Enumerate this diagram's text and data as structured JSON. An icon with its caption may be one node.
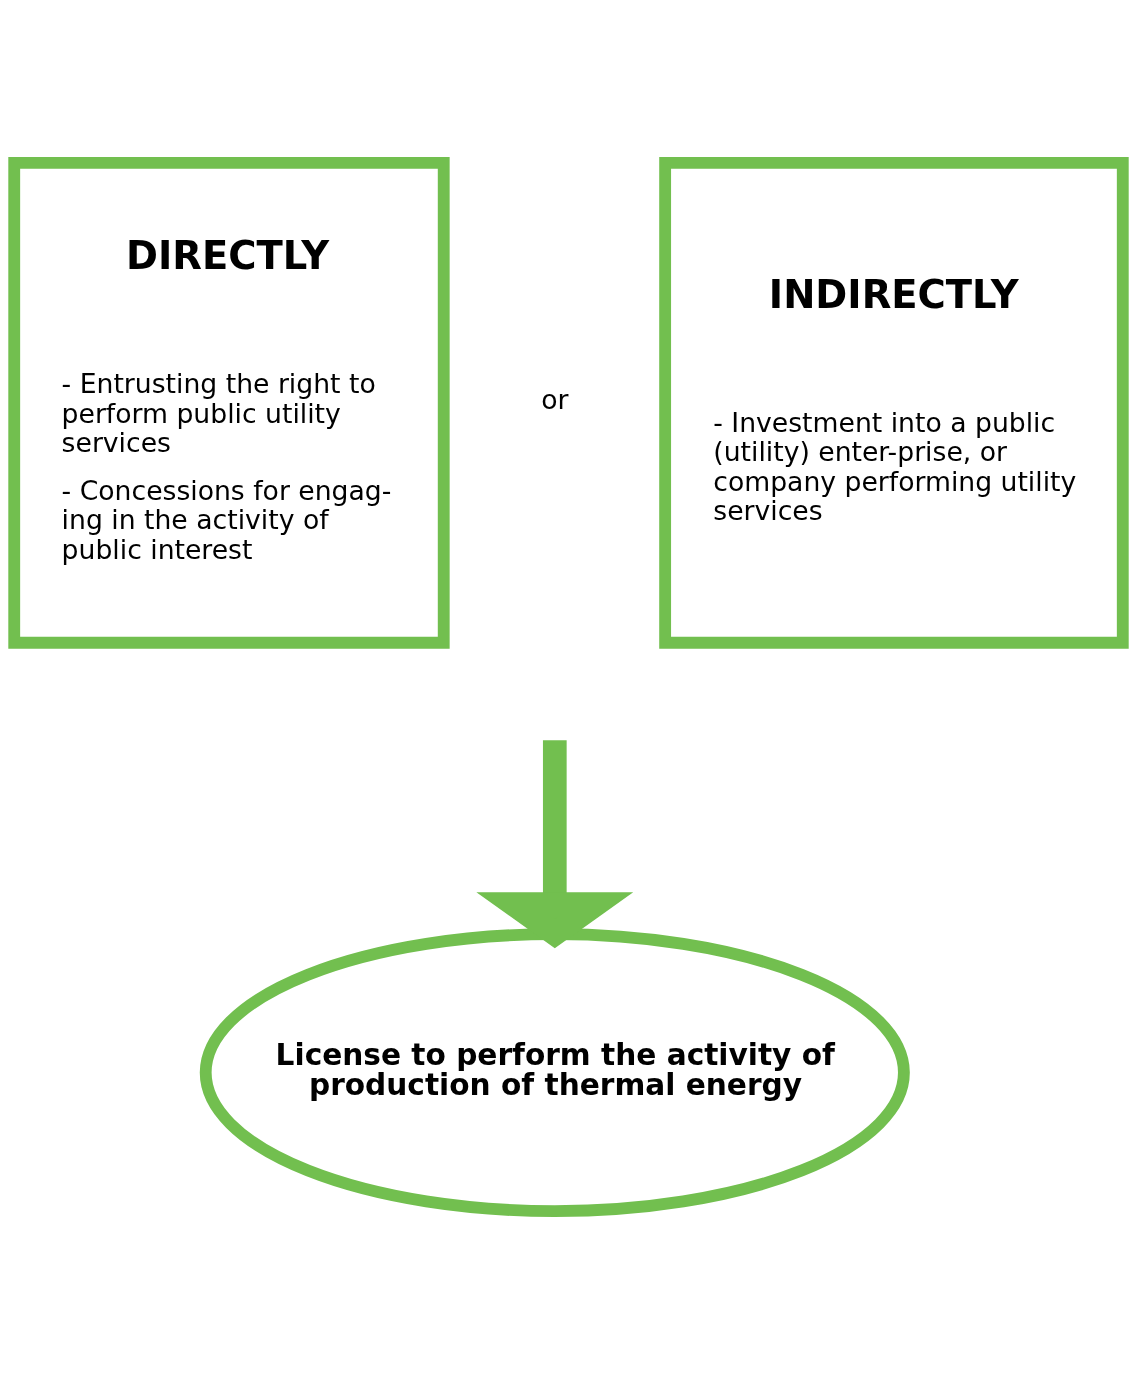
{
  "diagram": {
    "nodes": [
      {
        "text": [
          "DIRECTLY",
          "- Entrusting the right to perform public utility services",
          "- Concessions for engag-ing in the activity of public interest"
        ]
      },
      {
        "text": [
          "INDIRECTLY",
          "- Investment into a public (utility) enter-prise, or company performing utility services"
        ]
      },
      {
        "text": [
          "License to perform the activity of production of thermal energy"
        ]
      }
    ],
    "edges": [
      {
        "from": null,
        "to": 2,
        "arrow": "to"
      }
    ],
    "labels": [
      "or"
    ]
  }
}
